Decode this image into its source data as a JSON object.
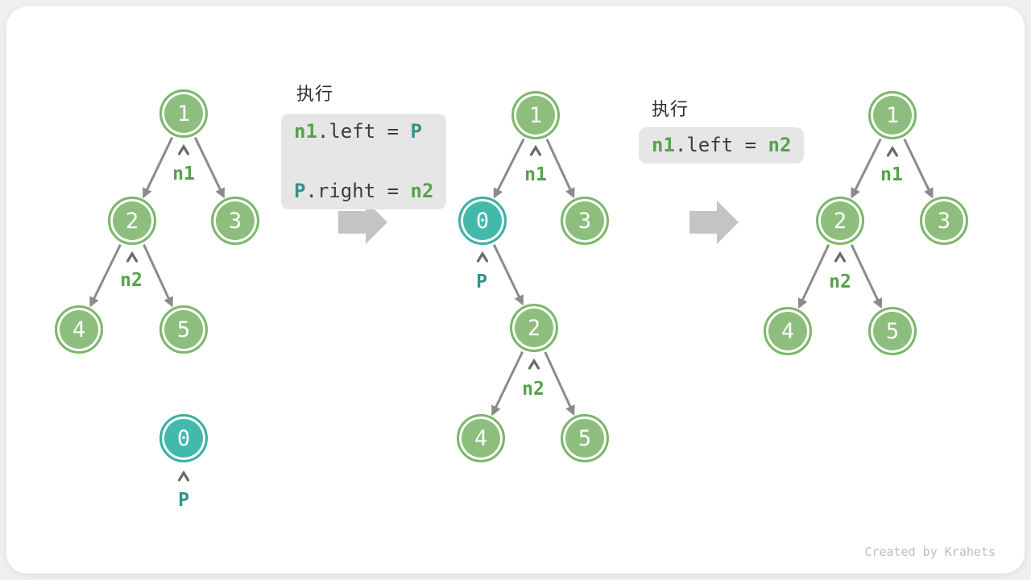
{
  "watermark": "Created by Krahets",
  "colors": {
    "node_green_fill": "#8dbe7d",
    "node_green_border": "#7cb76a",
    "node_teal_fill": "#43b9ac",
    "node_teal_border": "#38b1a3",
    "label_green": "#55a24b",
    "label_teal": "#2f948a",
    "edge_gray": "#8b8b8b",
    "big_arrow_gray": "#c4c4c4",
    "code_background": "#e6e6e6",
    "code_text": "#3d3d3d"
  },
  "exec1": {
    "title": "执行",
    "line1": {
      "a": "n1",
      "b": ".left = ",
      "c": "P"
    },
    "line2": {
      "a": "P",
      "b": ".right = ",
      "c": "n2"
    }
  },
  "exec2": {
    "title": "执行",
    "line1": {
      "a": "n1",
      "b": ".left = ",
      "c": "n2"
    }
  },
  "trees": {
    "a": {
      "n_1": "1",
      "n_2": "2",
      "n_3": "3",
      "n_4": "4",
      "n_5": "5",
      "n_0": "0",
      "ptr_n1": "n1",
      "ptr_n2": "n2",
      "ptr_p": "P"
    },
    "b": {
      "n_1": "1",
      "n_0": "0",
      "n_3": "3",
      "n_2": "2",
      "n_4": "4",
      "n_5": "5",
      "ptr_n1": "n1",
      "ptr_p": "P",
      "ptr_n2": "n2"
    },
    "c": {
      "n_1": "1",
      "n_2": "2",
      "n_3": "3",
      "n_4": "4",
      "n_5": "5",
      "ptr_n1": "n1",
      "ptr_n2": "n2"
    }
  }
}
